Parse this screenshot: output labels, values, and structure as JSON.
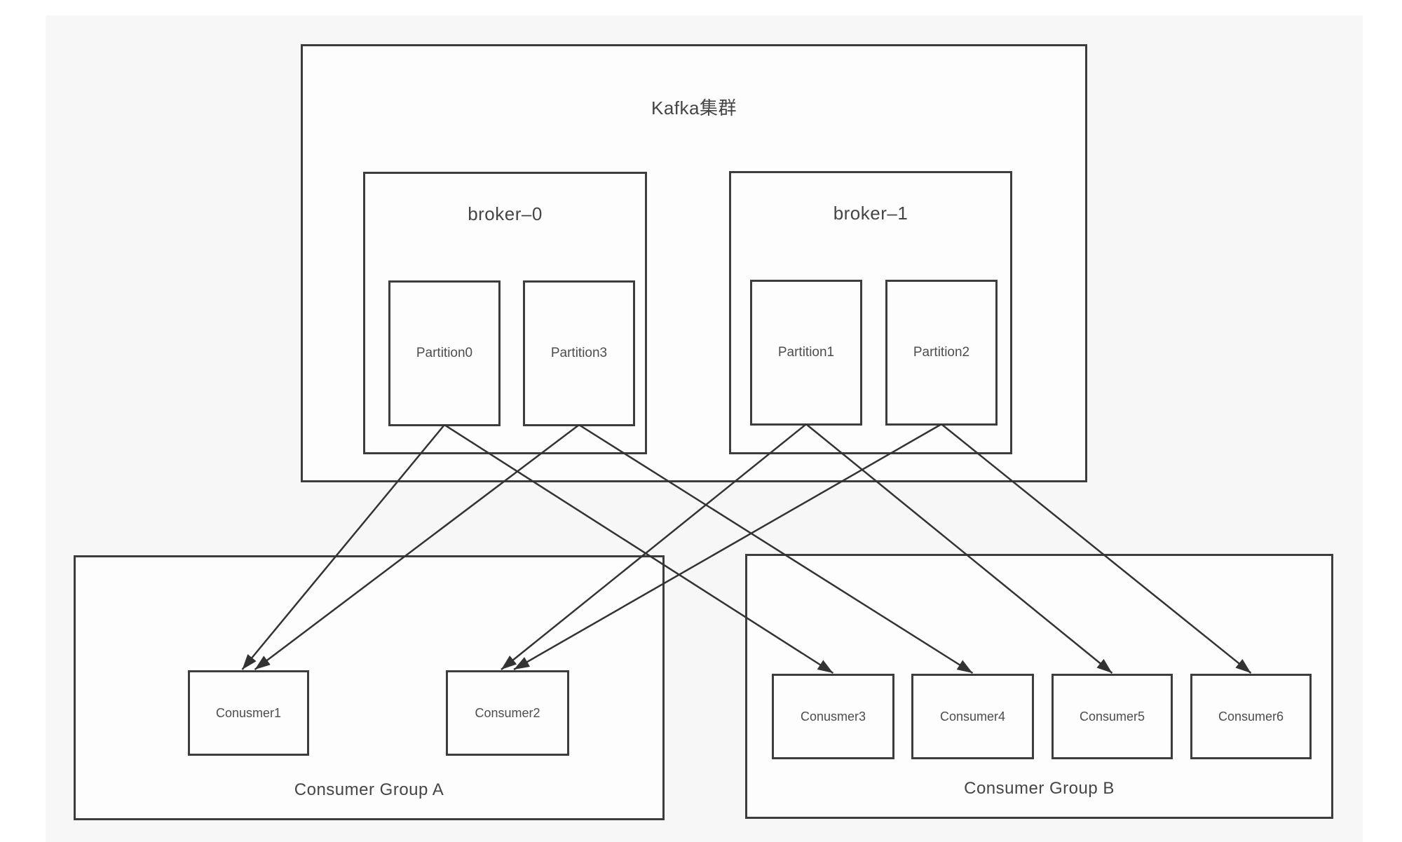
{
  "palette": {
    "page_bg": "#ffffff",
    "panel_bg": "#f7f7f8",
    "box_fill": "#fdfdfd",
    "border": "#3d3d3d",
    "arrow": "#333333",
    "text": "#4a4a4a"
  },
  "cluster": {
    "title": "Kafka集群"
  },
  "brokers": [
    {
      "label": "broker–0",
      "partitions": [
        {
          "id": "Partition0",
          "label": "Partition0"
        },
        {
          "id": "Partition3",
          "label": "Partition3"
        }
      ]
    },
    {
      "label": "broker–1",
      "partitions": [
        {
          "id": "Partition1",
          "label": "Partition1"
        },
        {
          "id": "Partition2",
          "label": "Partition2"
        }
      ]
    }
  ],
  "consumer_groups": [
    {
      "label": "Consumer Group A",
      "consumers": [
        {
          "id": "Conusmer1",
          "label": "Conusmer1"
        },
        {
          "id": "Consumer2",
          "label": "Consumer2"
        }
      ]
    },
    {
      "label": "Consumer Group B",
      "consumers": [
        {
          "id": "Conusmer3",
          "label": "Conusmer3"
        },
        {
          "id": "Consumer4",
          "label": "Consumer4"
        },
        {
          "id": "Consumer5",
          "label": "Consumer5"
        },
        {
          "id": "Consumer6",
          "label": "Consumer6"
        }
      ]
    }
  ],
  "edges": [
    {
      "from": "Partition0",
      "to": "Conusmer1"
    },
    {
      "from": "Partition3",
      "to": "Conusmer1"
    },
    {
      "from": "Partition1",
      "to": "Consumer2"
    },
    {
      "from": "Partition2",
      "to": "Consumer2"
    },
    {
      "from": "Partition0",
      "to": "Conusmer3"
    },
    {
      "from": "Partition3",
      "to": "Consumer4"
    },
    {
      "from": "Partition1",
      "to": "Consumer5"
    },
    {
      "from": "Partition2",
      "to": "Consumer6"
    }
  ]
}
